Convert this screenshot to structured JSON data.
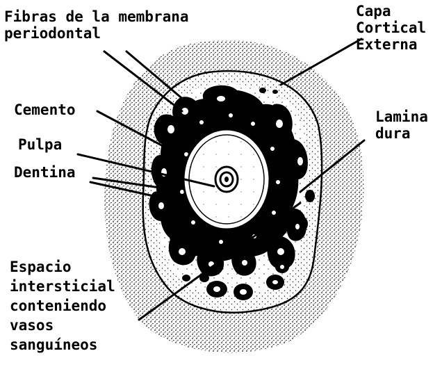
{
  "labels": {
    "fibras": [
      "Fibras de la membrana",
      "periodontal"
    ],
    "capa": [
      "Capa",
      "Cortical",
      "Externa"
    ],
    "cemento": "Cemento",
    "pulpa": "Pulpa",
    "dentina": "Dentina",
    "lamina": [
      "Lamina",
      "dura"
    ],
    "espacio": [
      "Espacio",
      "intersticial",
      "conteniendo",
      "vasos",
      "sanguíneos"
    ]
  },
  "colors": {
    "ink": "#000000",
    "paper": "#ffffff",
    "stipple": "#333333"
  }
}
